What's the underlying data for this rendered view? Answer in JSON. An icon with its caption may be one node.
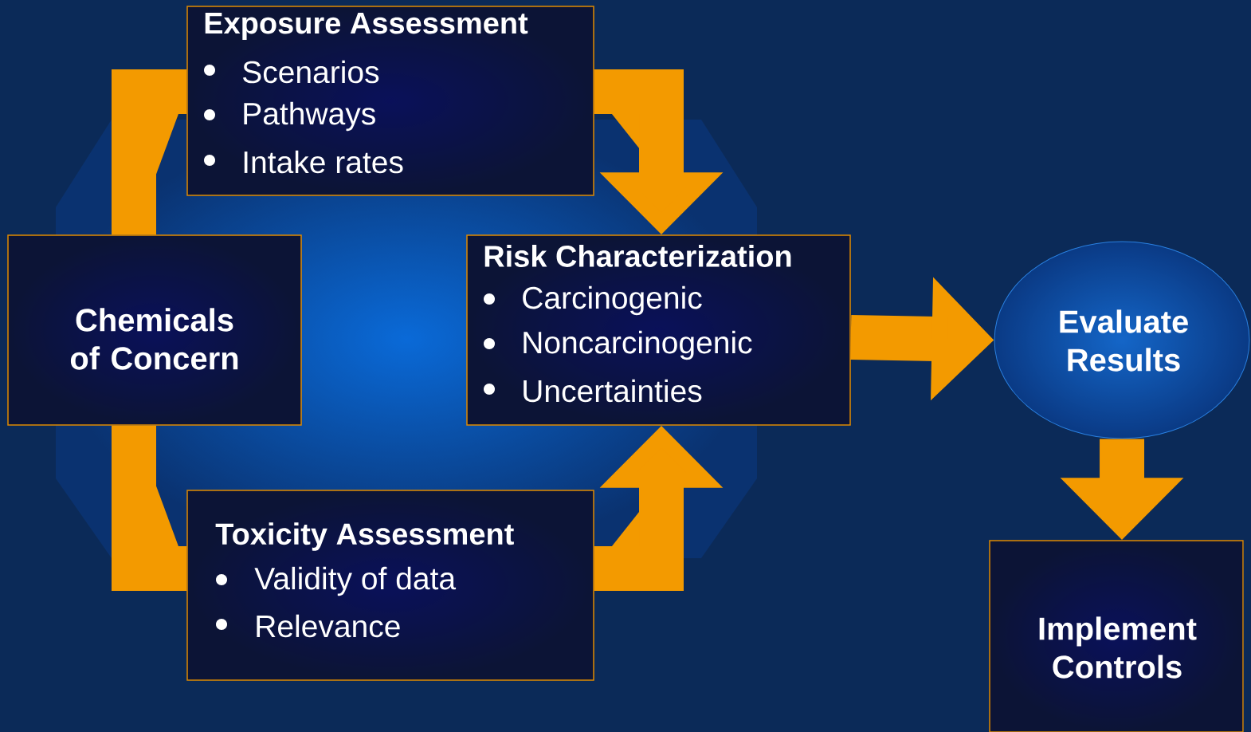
{
  "diagram": {
    "nodes": [
      {
        "text": [
          "Exposure Assessment",
          "Scenarios",
          "Pathways",
          "Intake rates"
        ]
      },
      {
        "text": [
          "Chemicals of Concern"
        ]
      },
      {
        "text": [
          "Risk Characterization",
          "Carcinogenic",
          "Noncarcinogenic",
          "Uncertainties"
        ]
      },
      {
        "text": [
          "Evaluate Results"
        ]
      },
      {
        "text": [
          "Toxicity Assessment",
          "Validity of data",
          "Relevance"
        ]
      },
      {
        "text": [
          "Implement Controls"
        ]
      }
    ],
    "edges": [
      {
        "from": 1,
        "to": 0,
        "arrow": "none"
      },
      {
        "from": 0,
        "to": 2,
        "arrow": "to"
      },
      {
        "from": 1,
        "to": 4,
        "arrow": "none"
      },
      {
        "from": 4,
        "to": 2,
        "arrow": "to"
      },
      {
        "from": 2,
        "to": 3,
        "arrow": "to"
      },
      {
        "from": 3,
        "to": 5,
        "arrow": "to"
      }
    ]
  }
}
